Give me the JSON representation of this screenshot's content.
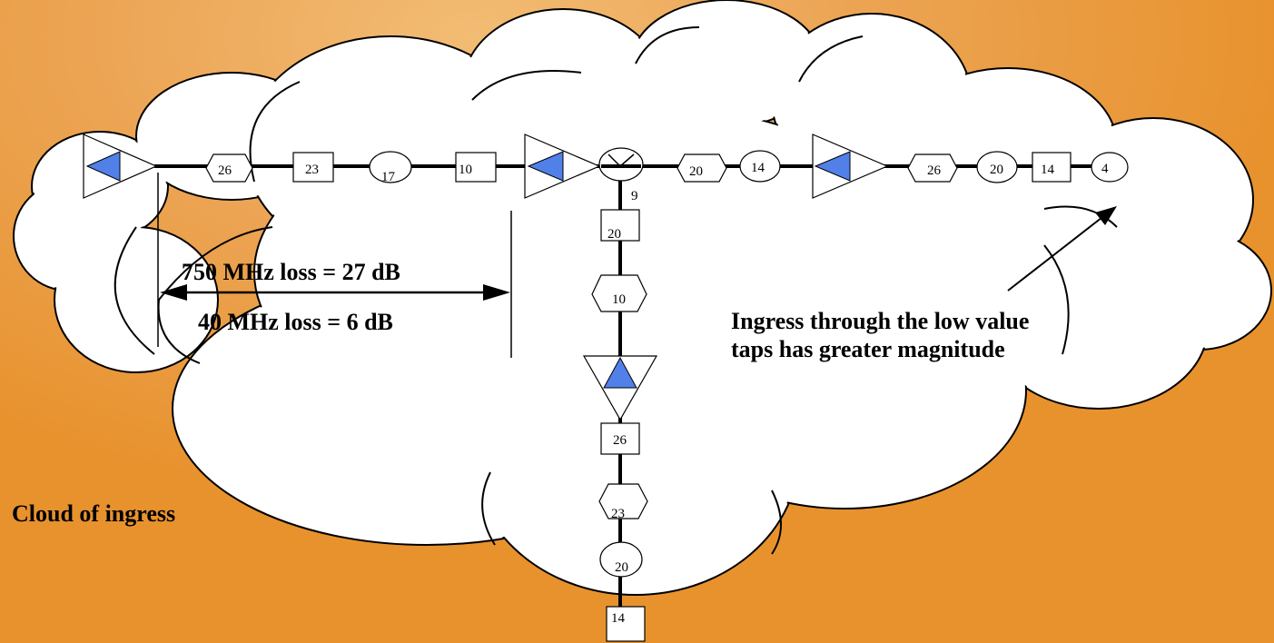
{
  "diagram": {
    "cloud_label": "Cloud of ingress",
    "span_loss_high": "750 MHz loss = 27 dB",
    "span_loss_low": "40 MHz loss = 6 dB",
    "ingress_note_line1": "Ingress through the low value",
    "ingress_note_line2": "taps has greater magnitude",
    "trunk_taps": {
      "tap_26a": "26",
      "tap_23a": "23",
      "tap_17": "17",
      "tap_10a": "10",
      "splitter_9": "9",
      "tap_20a": "20",
      "tap_14a": "14",
      "tap_26b": "26",
      "tap_20b": "20",
      "tap_14b": "14",
      "tap_4": "4"
    },
    "branch_taps": {
      "tap_20c": "20",
      "tap_10b": "10",
      "tap_26c": "26",
      "tap_23b": "23",
      "tap_20d": "20",
      "tap_14c": "14"
    },
    "colors": {
      "background": "#e8922e",
      "amplifier_fill": "#5080e8",
      "cloud": "#ffffff"
    }
  }
}
